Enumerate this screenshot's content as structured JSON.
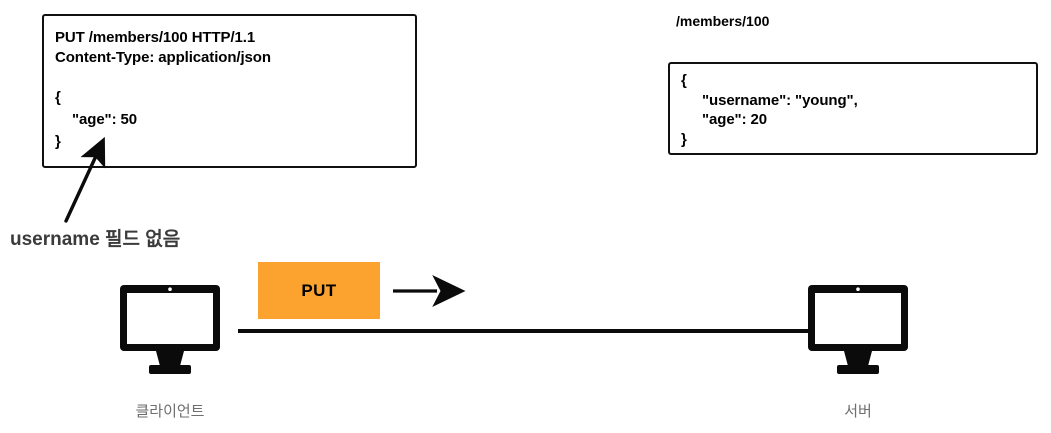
{
  "diagram": {
    "title_hidden": "",
    "colors": {
      "accent_orange": "#FCA22E",
      "ink": "#000000",
      "muted_gray": "#6e6e6e",
      "annotation_gray": "#3b3b3b"
    }
  },
  "request_box": {
    "request_line": "PUT /members/100 HTTP/1.1",
    "header_line": "Content-Type: application/json",
    "body_open": "{",
    "body_field": "\"age\": 50",
    "body_close": "}"
  },
  "resource_box": {
    "resource_label": "/members/100",
    "body_open": "{",
    "body_field_1": "\"username\": \"young\",",
    "body_field_2": "\"age\": 20",
    "body_close": "}"
  },
  "annotation": {
    "text": "username 필드 없음"
  },
  "flow": {
    "method_badge": "PUT"
  },
  "nodes": {
    "client_label": "클라이언트",
    "server_label": "서버"
  }
}
